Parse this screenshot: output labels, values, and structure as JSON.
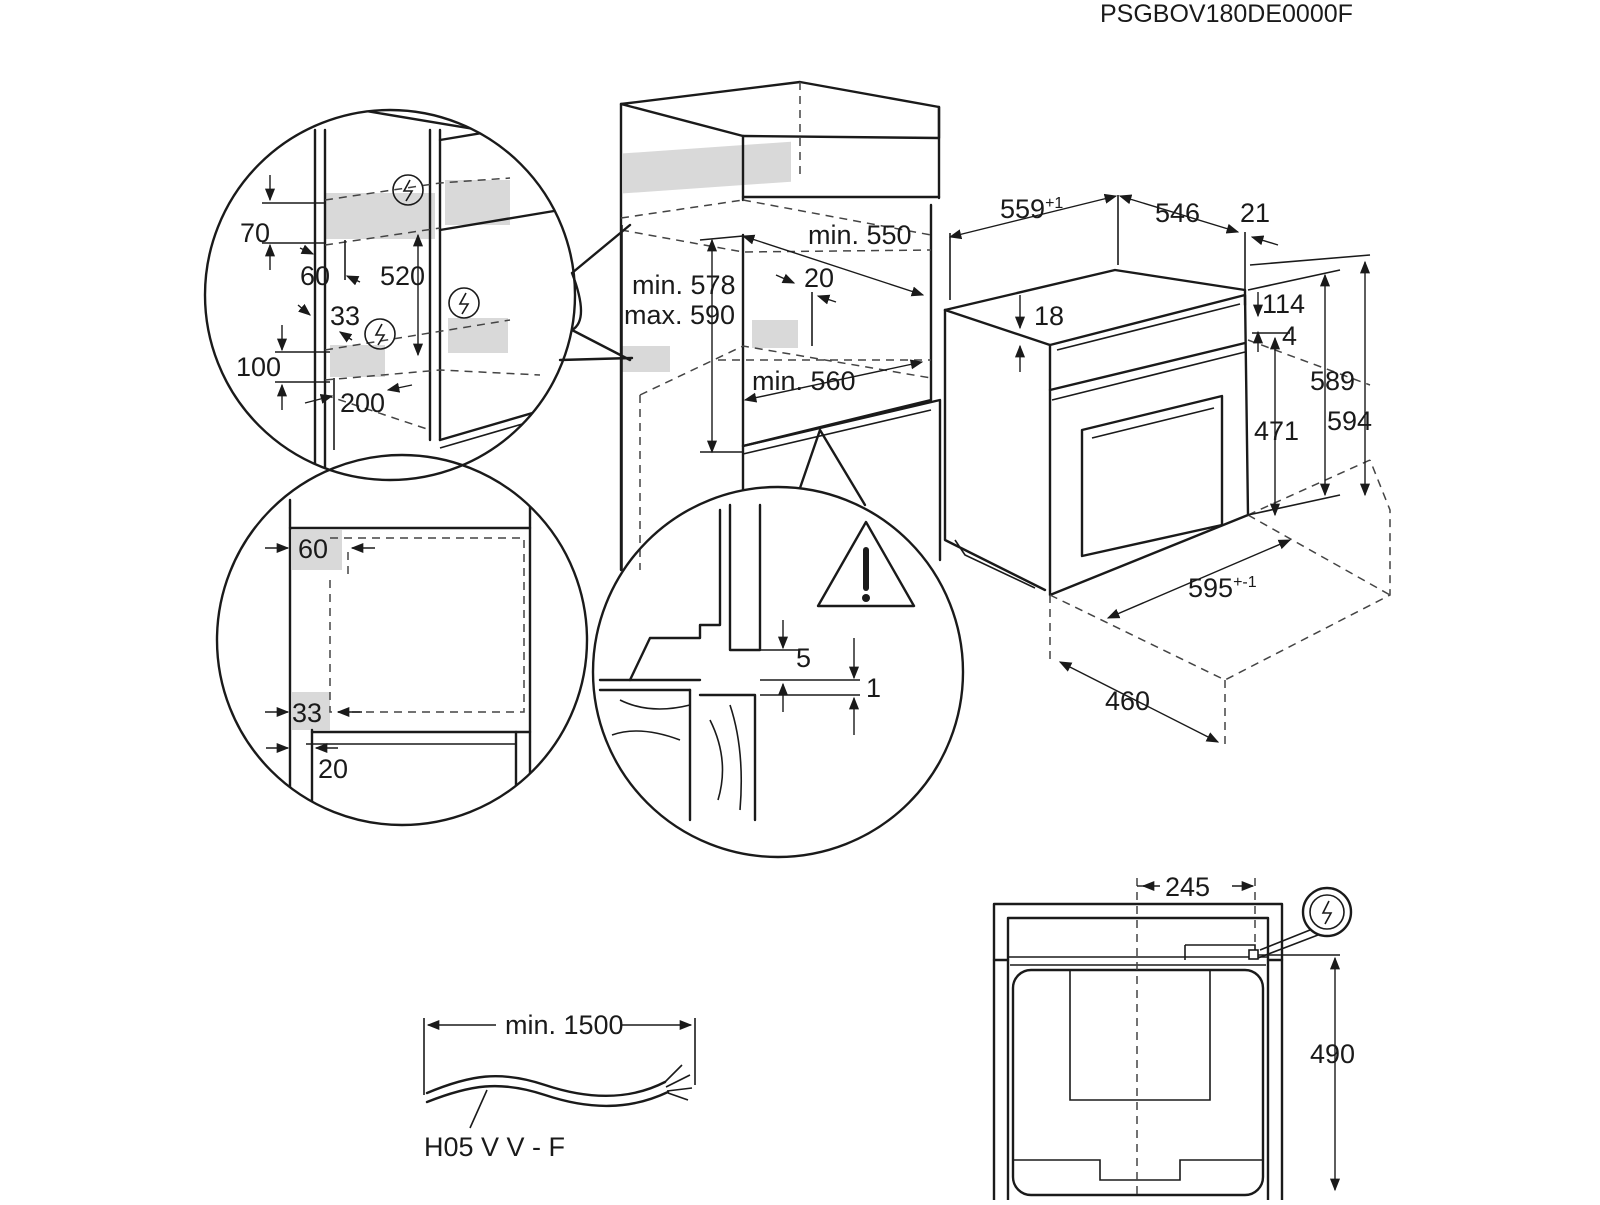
{
  "diagram_code": "PSGBOV180DE0000F",
  "cabinet": {
    "min_550": "min. 550",
    "min_578": "min. 578",
    "max_590": "max. 590",
    "min_560": "min. 560",
    "d20": "20"
  },
  "detail_top": {
    "d70": "70",
    "d60": "60",
    "d520": "520",
    "d33": "33",
    "d100": "100",
    "d200": "200"
  },
  "detail_left": {
    "d60": "60",
    "d33": "33",
    "d20": "20"
  },
  "detail_bottom": {
    "d5": "5",
    "d1": "1"
  },
  "oven": {
    "d559": "559",
    "d559_sup": "+1",
    "d546": "546",
    "d21": "21",
    "d18": "18",
    "d114": "114",
    "d4": "4",
    "d589": "589",
    "d594": "594",
    "d471": "471",
    "d595": "595",
    "d595_sup": "+-1",
    "d460": "460"
  },
  "cable": {
    "min_1500": "min. 1500",
    "type": "H05 V V - F"
  },
  "front": {
    "d245": "245",
    "d490": "490"
  },
  "icons": [
    "power-connection-icon",
    "warning-triangle-icon",
    "cable-icon",
    "arrow-icon"
  ]
}
